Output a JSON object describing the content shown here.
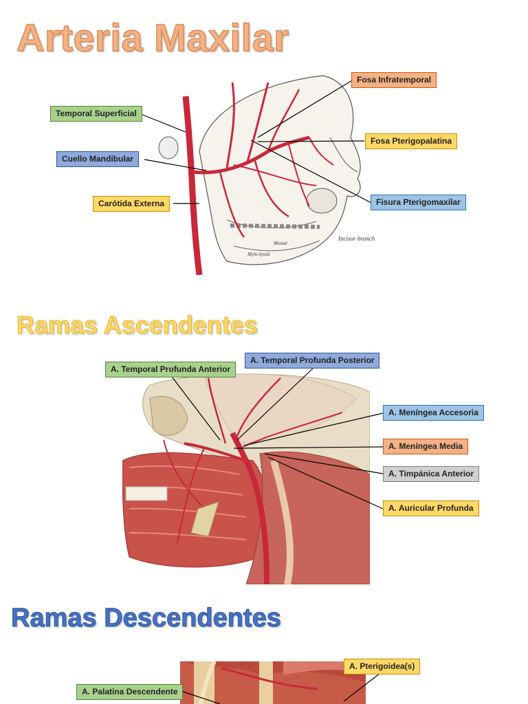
{
  "headings": {
    "maxilar": "Arteria Maxilar",
    "ascendentes": "Ramas Ascendentes",
    "descendentes": "Ramas Descendentes"
  },
  "fig1_labels": {
    "temporal_superficial": "Temporal Superficial",
    "cuello_mandibular": "Cuello Mandibular",
    "carotida_externa": "Carótida Externa",
    "fosa_infratemporal": "Fosa Infratemporal",
    "fosa_pterigopalatina": "Fosa Pterigopalatina",
    "fisura_pterigomaxilar": "Fisura Pterigomaxilar",
    "incisor_branch": "Incisor branch",
    "mental": "Mental",
    "mylohyoid": "Mylo-hyoid"
  },
  "fig2_labels": {
    "temporal_profunda_anterior": "A. Temporal Profunda Anterior",
    "temporal_profunda_posterior": "A. Temporal Profunda Posterior",
    "meningea_accesoria": "A. Meníngea Accesoria",
    "meningea_media": "A. Meníngea Media",
    "timpanica_anterior": "A. Timpánica Anterior",
    "auricular_profunda": "A. Auricular Profunda"
  },
  "fig3_labels": {
    "pterigoidea": "A. Pterigoidea(s)",
    "palatina_descendente": "A. Palatina Descendente"
  },
  "colors": {
    "artery": "#c8283a",
    "green": "#a9d18e",
    "blue": "#8faadc",
    "orange": "#f4b183",
    "yellow": "#ffd966",
    "grey": "#d0cece"
  }
}
